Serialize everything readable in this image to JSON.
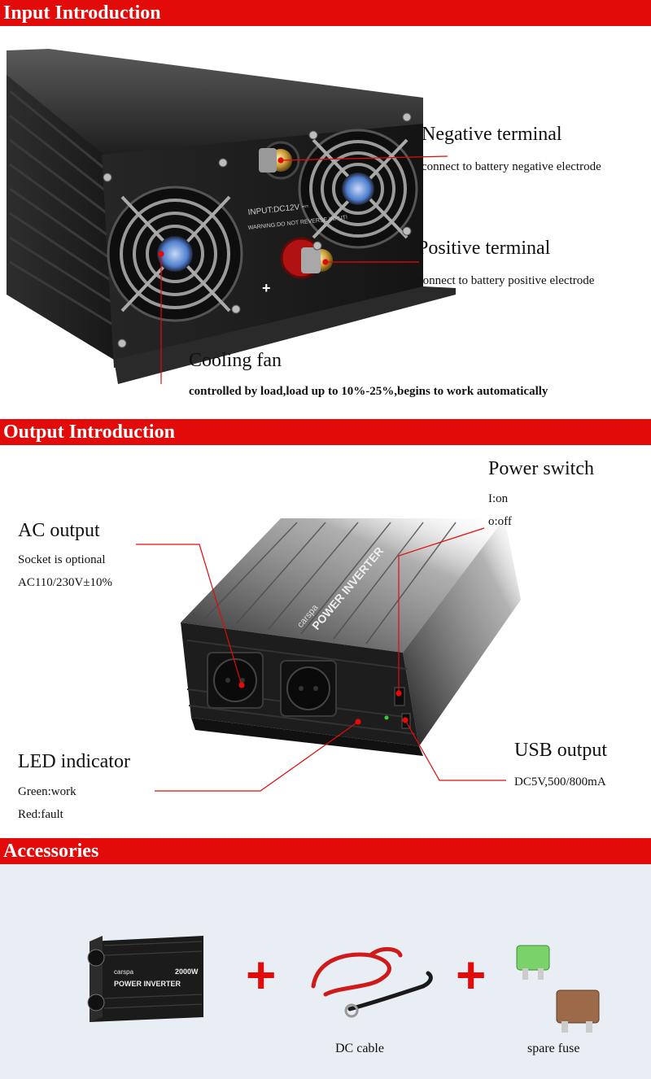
{
  "sections": {
    "input": {
      "title": "Input Introduction"
    },
    "output": {
      "title": "Output Introduction"
    },
    "accessories": {
      "title": "Accessories"
    }
  },
  "input_labels": {
    "negative": {
      "title": "Negative terminal",
      "desc": "connect to battery negative electrode"
    },
    "positive": {
      "title": "Positive terminal",
      "desc": "connect to battery positive electrode"
    },
    "fan": {
      "title": "Cooling fan",
      "desc": "controlled by load,load up to 10%-25%,begins to work automatically"
    },
    "device_text": {
      "input": "INPUT:DC12V",
      "warning": "WARNING:DO NOT REVERSE INPUT!",
      "plus": "+"
    }
  },
  "output_labels": {
    "switch": {
      "title": "Power switch",
      "line1": "I:on",
      "line2": "o:off"
    },
    "ac": {
      "title": "AC output",
      "line1": "Socket is optional",
      "line2": "AC110/230V±10%"
    },
    "led": {
      "title": "LED indicator",
      "line1": "Green:work",
      "line2": "Red:fault"
    },
    "usb": {
      "title": "USB output",
      "line1": "DC5V,500/800mA"
    },
    "device_text": {
      "brand": "carspa",
      "name": "POWER INVERTER"
    }
  },
  "accessories": {
    "cable": "DC cable",
    "fuse": "spare fuse",
    "plus": "+",
    "device_text": {
      "brand": "carspa",
      "name": "POWER INVERTER",
      "watt": "2000W"
    }
  },
  "colors": {
    "banner": "#e30a0a",
    "accent": "#e30a0a",
    "device": "#1c1c1c"
  }
}
